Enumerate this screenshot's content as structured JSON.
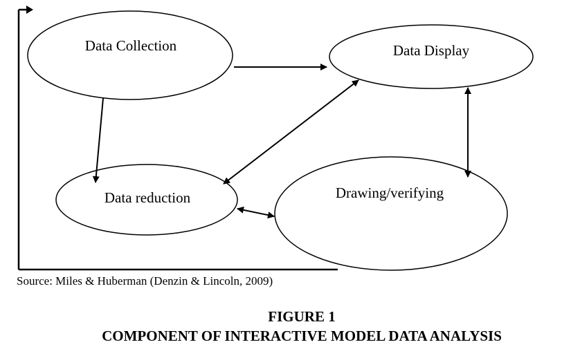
{
  "nodes": {
    "data_collection": "Data Collection",
    "data_display": "Data Display",
    "data_reduction": "Data reduction",
    "drawing_verifying": "Drawing/verifying"
  },
  "source": "Source: Miles & Huberman (Denzin & Lincoln, 2009)",
  "figure": {
    "number": "FIGURE 1",
    "title": "COMPONENT OF INTERACTIVE MODEL DATA ANALYSIS"
  },
  "edges": [
    {
      "from": "data_collection",
      "to": "data_display",
      "direction": "one-way"
    },
    {
      "from": "data_collection",
      "to": "data_reduction",
      "direction": "one-way"
    },
    {
      "from": "data_display",
      "to": "data_reduction",
      "direction": "two-way"
    },
    {
      "from": "data_display",
      "to": "drawing_verifying",
      "direction": "two-way"
    },
    {
      "from": "data_reduction",
      "to": "drawing_verifying",
      "direction": "two-way"
    }
  ]
}
